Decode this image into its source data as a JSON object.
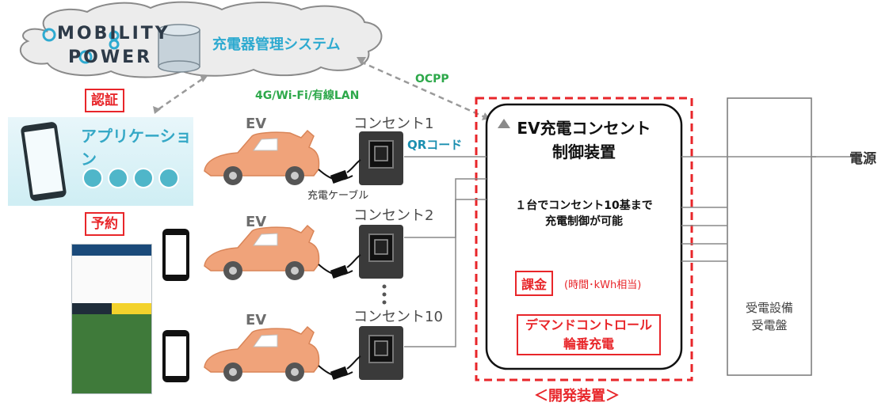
{
  "brand": {
    "line1": "MOBILITY",
    "line2": "POWER"
  },
  "cloud": {
    "title": "充電器管理システム"
  },
  "labels": {
    "auth": "認証",
    "reserve": "予約",
    "ocpp": "OCPP",
    "network": "4G/Wi-Fi/有線LAN",
    "qr": "QRコード",
    "cable": "充電ケーブル",
    "power": "電源",
    "dev": "＜開発装置＞"
  },
  "app": {
    "title": "アプリケーション"
  },
  "evs": [
    {
      "label": "EV",
      "outlet": "コンセント1"
    },
    {
      "label": "EV",
      "outlet": "コンセント2"
    },
    {
      "label": "EV",
      "outlet": "コンセント10"
    }
  ],
  "controller": {
    "title1": "EV充電コンセント",
    "title2": "制御装置",
    "desc1": "１台でコンセント10基まで",
    "desc2": "充電制御が可能",
    "billing": "課金",
    "billing_note": "(時間･kWh相当)",
    "demand1": "デマンドコントロール",
    "demand2": "輪番充電"
  },
  "receiving": {
    "line1": "受電設備",
    "line2": "受電盤"
  },
  "colors": {
    "red": "#e8262a",
    "green": "#2da84a",
    "teal": "#1b8fb0",
    "car": "#f0a37a"
  }
}
